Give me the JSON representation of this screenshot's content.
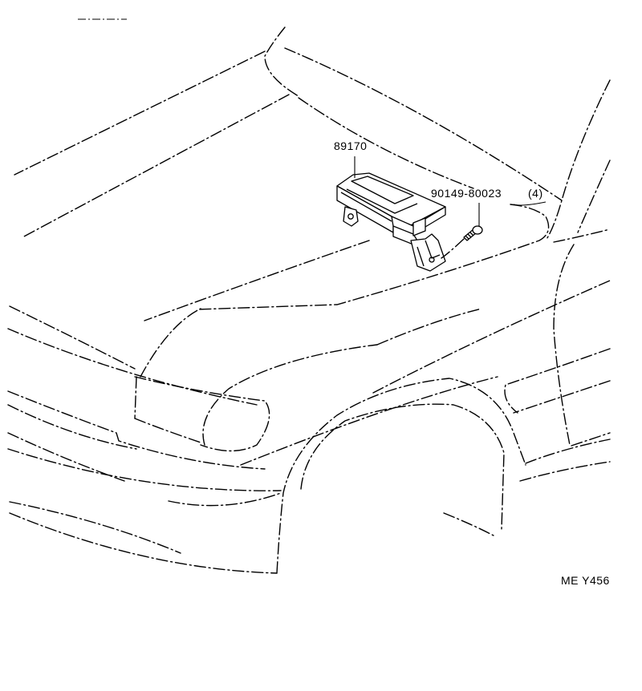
{
  "callouts": {
    "part_main": "89170",
    "part_bolt": "90149-80023",
    "bolt_qty": "(4)"
  },
  "diagram_code": "ME Y456"
}
